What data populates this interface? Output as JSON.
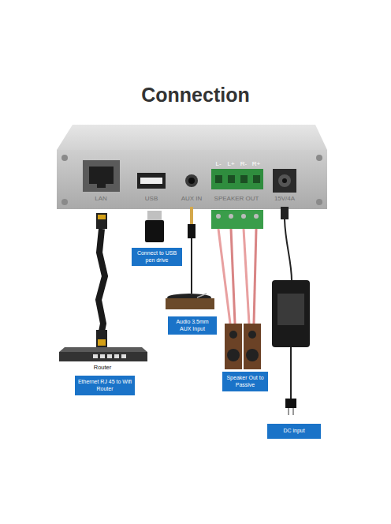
{
  "diagram": {
    "title": "Connection",
    "nodes": [
      {
        "text": [
          "Connect to USB pen drive"
        ]
      },
      {
        "text": [
          "Audio 3.5mm AUX Input"
        ]
      },
      {
        "text": [
          "Speaker Out to Passive"
        ]
      },
      {
        "text": [
          "Ethernet RJ 45 to Wifi Router"
        ]
      },
      {
        "text": [
          "DC input"
        ]
      }
    ],
    "labels": [
      "LAN",
      "USB",
      "AUX IN",
      "L-",
      "L+",
      "R-",
      "R+",
      "SPEAKER OUT",
      "15V/4A",
      "Router"
    ]
  }
}
